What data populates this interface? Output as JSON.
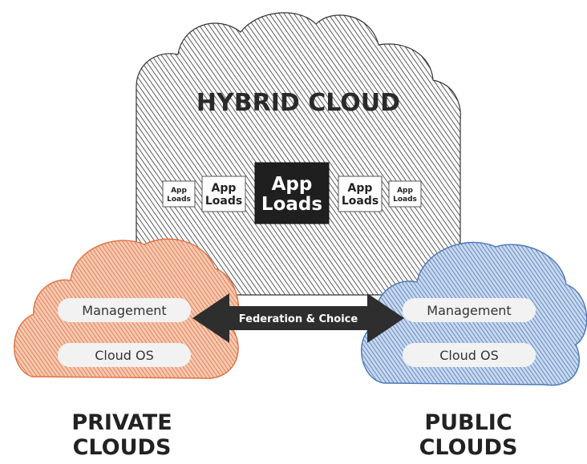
{
  "hybrid": {
    "title": "HYBRID CLOUD",
    "app_loads": [
      {
        "line1": "App",
        "line2": "Loads"
      },
      {
        "line1": "App",
        "line2": "Loads"
      },
      {
        "line1": "App",
        "line2": "Loads"
      },
      {
        "line1": "App",
        "line2": "Loads"
      },
      {
        "line1": "App",
        "line2": "Loads"
      }
    ]
  },
  "private": {
    "management": "Management",
    "cloud_os": "Cloud OS",
    "label_line1": "PRIVATE",
    "label_line2": "CLOUDS"
  },
  "public": {
    "management": "Management",
    "cloud_os": "Cloud OS",
    "label_line1": "PUBLIC",
    "label_line2": "CLOUDS"
  },
  "federation": {
    "label": "Federation & Choice"
  },
  "colors": {
    "hatch_dark": "#333333",
    "hatch_private": "#e0703f",
    "hatch_public": "#4a78b8",
    "pill_fill": "#f2f2f2",
    "arrow_fill": "#2e2e2e",
    "app_main_fill": "#1f1f1f"
  }
}
